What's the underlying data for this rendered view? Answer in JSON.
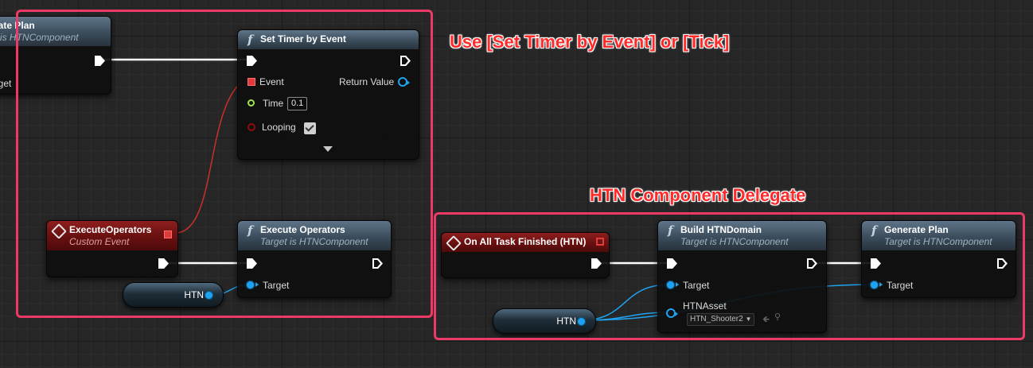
{
  "nodes": {
    "partial_generate_plan": {
      "title": "Generate Plan",
      "subtitle": "Target is HTNComponent",
      "pin_target": "Target"
    },
    "set_timer": {
      "title": "Set Timer by Event",
      "pin_event": "Event",
      "pin_return": "Return Value",
      "pin_time": "Time",
      "time_value": "0.1",
      "pin_looping": "Looping",
      "looping_checked": true
    },
    "execute_operators_event": {
      "title": "ExecuteOperators",
      "subtitle": "Custom Event"
    },
    "execute_operators_fn": {
      "title": "Execute Operators",
      "subtitle": "Target is HTNComponent",
      "pin_target": "Target"
    },
    "htn_var_left": {
      "label": "HTN"
    },
    "on_all_task_finished": {
      "title": "On All Task Finished (HTN)"
    },
    "build_htn_domain": {
      "title": "Build HTNDomain",
      "subtitle": "Target is HTNComponent",
      "pin_target": "Target",
      "pin_asset": "HTNAsset",
      "asset_value": "HTN_Shooter2"
    },
    "generate_plan": {
      "title": "Generate Plan",
      "subtitle": "Target is HTNComponent",
      "pin_target": "Target"
    },
    "htn_var_right": {
      "label": "HTN"
    }
  },
  "annotations": {
    "timer_note": "Use [Set Timer by Event] or [Tick]",
    "delegate_note": "HTN Component Delegate"
  },
  "colors": {
    "frame": "#ec3a66",
    "annotation_text": "#ff2a2a",
    "object_pin": "#1fa3f0",
    "float_pin": "#9fe54d",
    "delegate_wire": "#c9302c",
    "exec_wire": "#ffffff"
  }
}
